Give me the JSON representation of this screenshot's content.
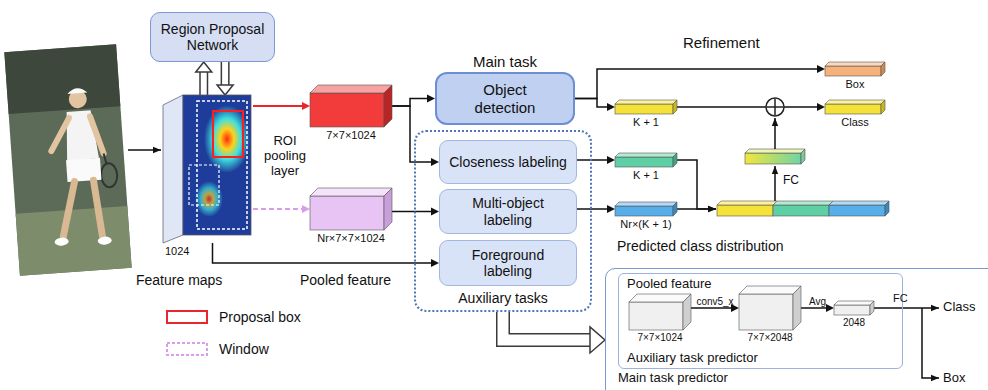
{
  "diagram": {
    "nodes": [
      {
        "text": [
          "Region Proposal Network"
        ]
      },
      {
        "text": [
          "1024"
        ]
      },
      {
        "text": [
          "7×7×1024"
        ]
      },
      {
        "text": [
          "Nr×7×7×1024"
        ]
      },
      {
        "text": [
          "Main task",
          "Object detection"
        ]
      },
      {
        "text": [
          "Auxiliary tasks"
        ]
      },
      {
        "text": [
          "Closeness labeling"
        ],
        "in": 5
      },
      {
        "text": [
          "Multi-object labeling"
        ],
        "in": 5
      },
      {
        "text": [
          "Foreground labeling"
        ],
        "in": 5
      },
      {
        "text": [
          "K + 1"
        ]
      },
      {
        "text": [
          "K + 1"
        ]
      },
      {
        "text": [
          "Nr×(K + 1)"
        ]
      },
      {
        "text": [
          "Box"
        ]
      },
      {
        "text": [
          "Class"
        ]
      },
      {
        "text": [
          "Main task predictor"
        ]
      },
      {
        "text": [
          "Pooled feature",
          "Auxiliary task predictor"
        ],
        "in": 14
      },
      {
        "text": [
          "7×7×1024"
        ],
        "in": 15
      },
      {
        "text": [
          "7×7×2048"
        ],
        "in": 15
      },
      {
        "text": [
          "2048"
        ],
        "in": 15
      }
    ],
    "edges": [
      {
        "from": 1,
        "to": 0,
        "arrow": "to"
      },
      {
        "from": 0,
        "to": 1,
        "arrow": "to"
      },
      {
        "from": 1,
        "to": 2,
        "arrow": "to"
      },
      {
        "from": 1,
        "to": 3,
        "arrow": "to"
      },
      {
        "from": 2,
        "to": 4,
        "arrow": "to"
      },
      {
        "from": 2,
        "to": 6,
        "arrow": "to"
      },
      {
        "from": 3,
        "to": 7,
        "arrow": "to"
      },
      {
        "from": 1,
        "to": 8,
        "arrow": "to"
      },
      {
        "from": 4,
        "to": 12,
        "arrow": "to"
      },
      {
        "from": 4,
        "to": 9,
        "arrow": "to"
      },
      {
        "from": 6,
        "to": 10,
        "arrow": "to"
      },
      {
        "from": 7,
        "to": 11,
        "arrow": "to"
      },
      {
        "from": 9,
        "to": 13,
        "arrow": "to"
      },
      {
        "from": 5,
        "to": 14,
        "arrow": "to"
      },
      {
        "from": 16,
        "to": 17,
        "arrow": "to",
        "label": "conv5_x"
      },
      {
        "from": 17,
        "to": 18,
        "arrow": "to",
        "label": "Avg"
      }
    ],
    "labels": [
      "ROI pooling layer",
      "Feature maps",
      "Pooled feature",
      "Refinement",
      "FC",
      "Predicted class distribution",
      "FC",
      "Class",
      "Box"
    ],
    "legend": [
      {
        "text": "Proposal box"
      },
      {
        "text": "Window"
      }
    ]
  }
}
